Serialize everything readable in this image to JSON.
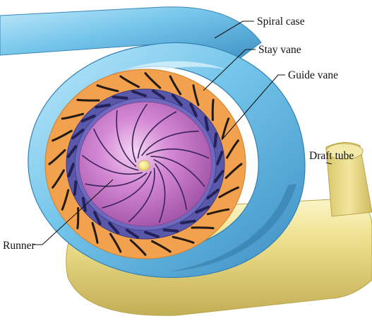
{
  "labels": {
    "spiral_case": "Spiral case",
    "stay_vane": "Stay vane",
    "guide_vane": "Guide vane",
    "draft_tube": "Draft tube",
    "runner": "Runner"
  },
  "components": {
    "stay_vane_count": 24,
    "guide_vane_count": 24,
    "runner_blade_count": 13
  },
  "colors": {
    "spiral_case": "#6cc1ea",
    "spiral_case_highlight": "#c6ecfb",
    "spiral_case_shadow": "#2f7fb3",
    "draft_tube": "#ede08e",
    "draft_tube_shadow": "#bba94f",
    "stay_ring": "#f2a24e",
    "guide_ring": "#5a58aa",
    "guide_vane": "#232158",
    "runner": "#c679c9",
    "runner_blade": "#3a2358",
    "hub": "#f7ec7e"
  }
}
